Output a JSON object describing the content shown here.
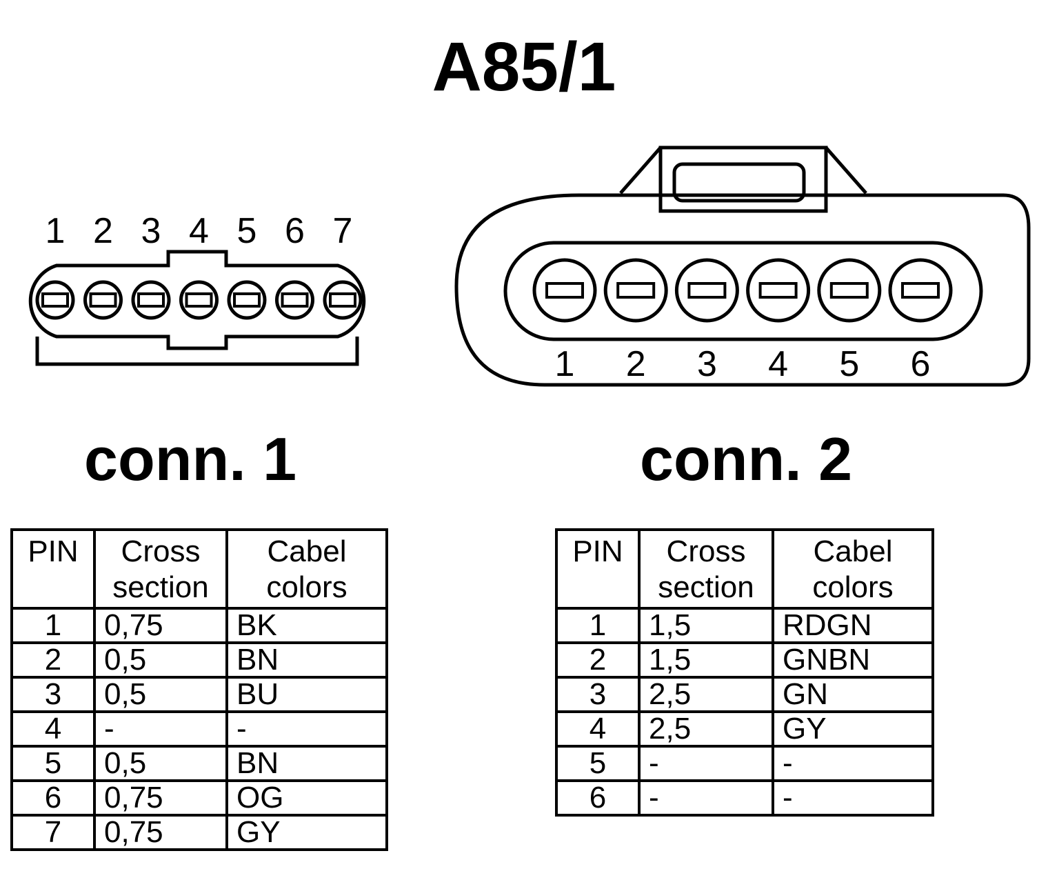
{
  "title": "A85/1",
  "connector1": {
    "label": "conn. 1",
    "pin_numbers": [
      "1",
      "2",
      "3",
      "4",
      "5",
      "6",
      "7"
    ],
    "table": {
      "headers": {
        "pin": "PIN",
        "cross_section": "Cross\nsection",
        "colors": "Cabel\ncolors"
      },
      "rows": [
        {
          "pin": "1",
          "cross_section": "0,75",
          "color": "BK"
        },
        {
          "pin": "2",
          "cross_section": "0,5",
          "color": "BN"
        },
        {
          "pin": "3",
          "cross_section": "0,5",
          "color": "BU"
        },
        {
          "pin": "4",
          "cross_section": "-",
          "color": "-"
        },
        {
          "pin": "5",
          "cross_section": "0,5",
          "color": "BN"
        },
        {
          "pin": "6",
          "cross_section": "0,75",
          "color": "OG"
        },
        {
          "pin": "7",
          "cross_section": "0,75",
          "color": "GY"
        }
      ]
    }
  },
  "connector2": {
    "label": "conn. 2",
    "pin_numbers": [
      "1",
      "2",
      "3",
      "4",
      "5",
      "6"
    ],
    "table": {
      "headers": {
        "pin": "PIN",
        "cross_section": "Cross\nsection",
        "colors": "Cabel\ncolors"
      },
      "rows": [
        {
          "pin": "1",
          "cross_section": "1,5",
          "color": "RDGN"
        },
        {
          "pin": "2",
          "cross_section": "1,5",
          "color": "GNBN"
        },
        {
          "pin": "3",
          "cross_section": "2,5",
          "color": "GN"
        },
        {
          "pin": "4",
          "cross_section": "2,5",
          "color": "GY"
        },
        {
          "pin": "5",
          "cross_section": "-",
          "color": "-"
        },
        {
          "pin": "6",
          "cross_section": "-",
          "color": "-"
        }
      ]
    }
  }
}
